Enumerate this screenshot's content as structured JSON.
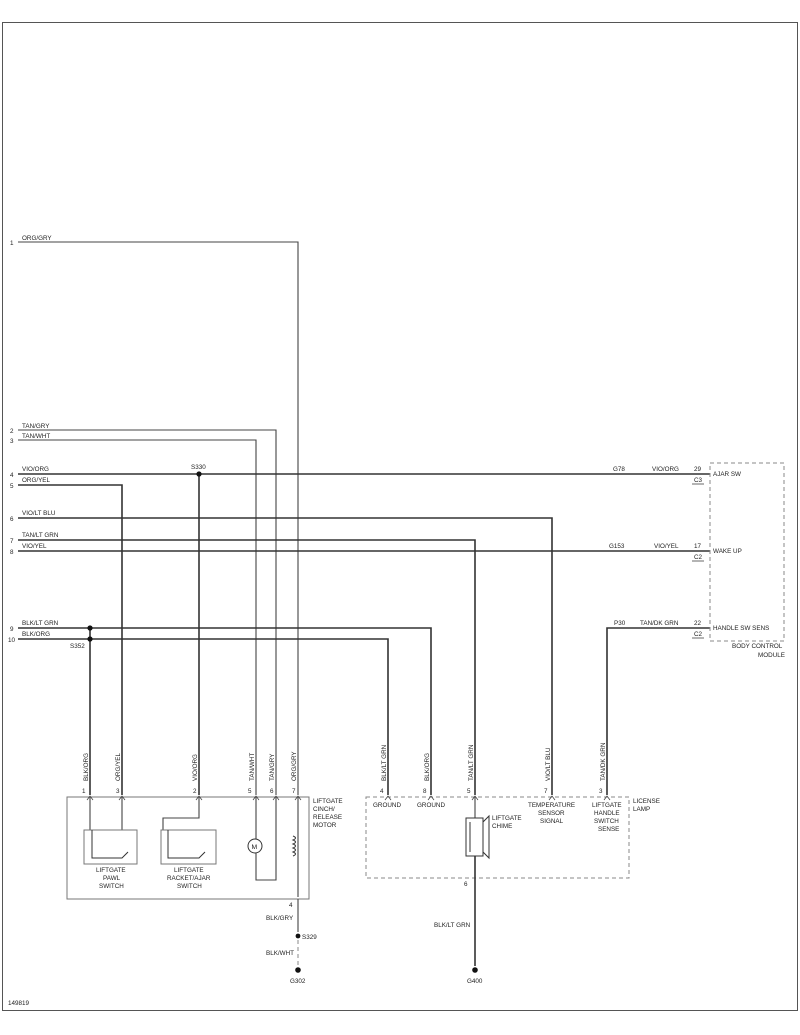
{
  "figure_id": "149819",
  "left_pins": [
    {
      "pin": "1",
      "wire": "ORG/GRY"
    },
    {
      "pin": "2",
      "wire": "TAN/GRY"
    },
    {
      "pin": "3",
      "wire": "TAN/WHT"
    },
    {
      "pin": "4",
      "wire": "VIO/ORG"
    },
    {
      "pin": "5",
      "wire": "ORG/YEL"
    },
    {
      "pin": "6",
      "wire": "VIO/LT BLU"
    },
    {
      "pin": "7",
      "wire": "TAN/LT GRN"
    },
    {
      "pin": "8",
      "wire": "VIO/YEL"
    },
    {
      "pin": "9",
      "wire": "BLK/LT GRN"
    },
    {
      "pin": "10",
      "wire": "BLK/ORG"
    }
  ],
  "splices": {
    "s330": "S330",
    "s352": "S352",
    "s329": "S329"
  },
  "bcm": {
    "label_line1": "BODY CONTROL",
    "label_line2": "MODULE",
    "rows": [
      {
        "circuit": "G78",
        "wire": "VIO/ORG",
        "pin": "29",
        "conn": "C3",
        "func": "AJAR SW"
      },
      {
        "circuit": "G153",
        "wire": "VIO/YEL",
        "pin": "17",
        "conn": "C2",
        "func": "WAKE UP"
      },
      {
        "circuit": "P30",
        "wire": "TAN/DK GRN",
        "pin": "22",
        "conn": "C2",
        "func": "HANDLE SW SENS"
      }
    ]
  },
  "liftgate_module": {
    "pins": [
      {
        "pin": "1",
        "wire": "BLK/ORG"
      },
      {
        "pin": "3",
        "wire": "ORG/YEL"
      },
      {
        "pin": "2",
        "wire": "VIO/ORG"
      },
      {
        "pin": "5",
        "wire": "TAN/WHT"
      },
      {
        "pin": "6",
        "wire": "TAN/GRY"
      },
      {
        "pin": "7",
        "wire": "ORG/GRY"
      }
    ],
    "label": [
      "LIFTGATE",
      "CINCH/",
      "RELEASE",
      "MOTOR"
    ],
    "pawl_switch": [
      "LIFTGATE",
      "PAWL",
      "SWITCH"
    ],
    "ratchet_switch": [
      "LIFTGATE",
      "RACKET/AJAR",
      "SWITCH"
    ],
    "motor_symbol": "M",
    "ground_pin": "4",
    "ground_wire_1": "BLK/GRY",
    "ground_wire_2": "BLK/WHT",
    "ground": "G302"
  },
  "license_lamp": {
    "pins": [
      {
        "pin": "4",
        "wire": "BLK/LT GRN",
        "func": "GROUND"
      },
      {
        "pin": "8",
        "wire": "BLK/ORG",
        "func": "GROUND"
      },
      {
        "pin": "5",
        "wire": "TAN/LT GRN",
        "func": ""
      },
      {
        "pin": "7",
        "wire": "VIO/LT BLU",
        "func": [
          "TEMPERATURE",
          "SENSOR",
          "SIGNAL"
        ]
      },
      {
        "pin": "3",
        "wire": "TAN/DK GRN",
        "func": [
          "LIFTGATE",
          "HANDLE",
          "SWITCH",
          "SENSE"
        ]
      }
    ],
    "label": [
      "LICENSE",
      "LAMP"
    ],
    "chime": [
      "LIFTGATE",
      "CHIME"
    ],
    "ground_pin": "6",
    "ground_wire": "BLK/LT GRN",
    "ground": "G400"
  }
}
